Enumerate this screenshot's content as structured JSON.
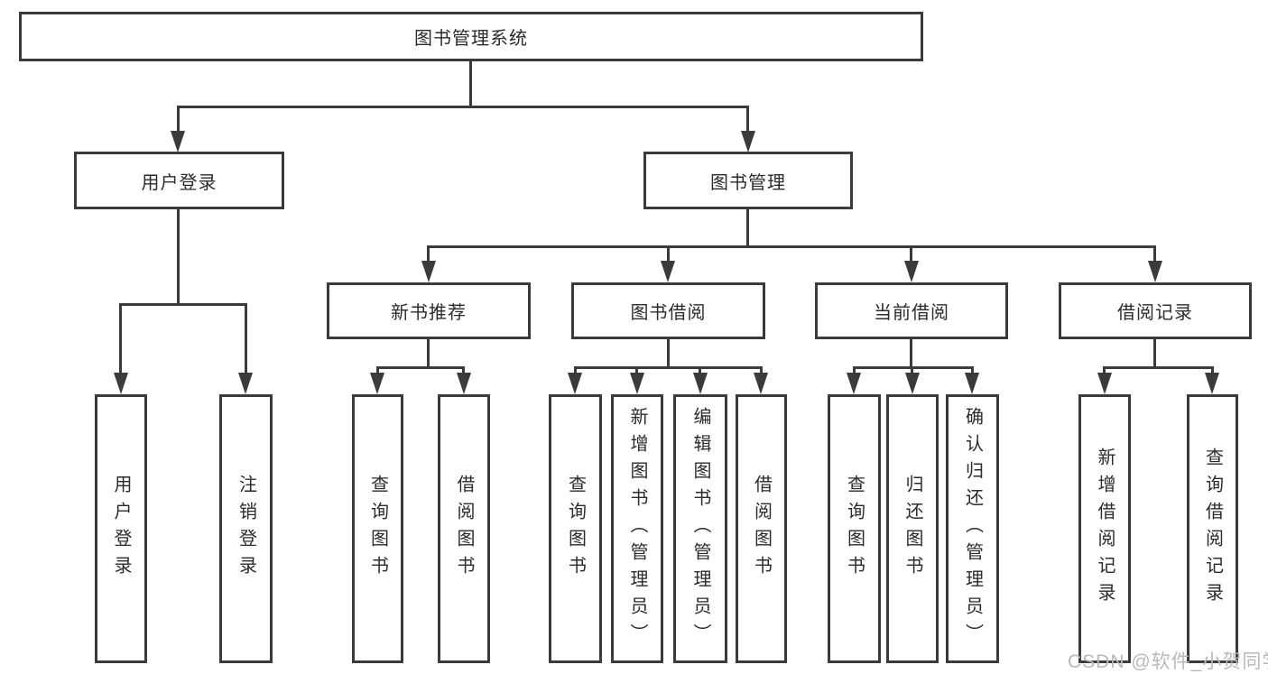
{
  "tree": {
    "label": "图书管理系统",
    "children": [
      {
        "label": "用户登录",
        "children": [
          {
            "label": "用户登录"
          },
          {
            "label": "注销登录"
          }
        ]
      },
      {
        "label": "图书管理",
        "children": [
          {
            "label": "新书推荐",
            "children": [
              {
                "label": "查询图书"
              },
              {
                "label": "借阅图书"
              }
            ]
          },
          {
            "label": "图书借阅",
            "children": [
              {
                "label": "查询图书"
              },
              {
                "label": "新增图书（管理员）"
              },
              {
                "label": "编辑图书（管理员）"
              },
              {
                "label": "借阅图书"
              }
            ]
          },
          {
            "label": "当前借阅",
            "children": [
              {
                "label": "查询图书"
              },
              {
                "label": "归还图书"
              },
              {
                "label": "确认归还（管理员）"
              }
            ]
          },
          {
            "label": "借阅记录",
            "children": [
              {
                "label": "新增借阅记录"
              },
              {
                "label": "查询借阅记录"
              }
            ]
          }
        ]
      }
    ]
  },
  "watermark": "CSDN @软件_小贺同学",
  "colors": {
    "line": "#3b3b3b",
    "text": "#2b2b2b",
    "watermark": "#b9b9b9",
    "background": "#ffffff"
  }
}
